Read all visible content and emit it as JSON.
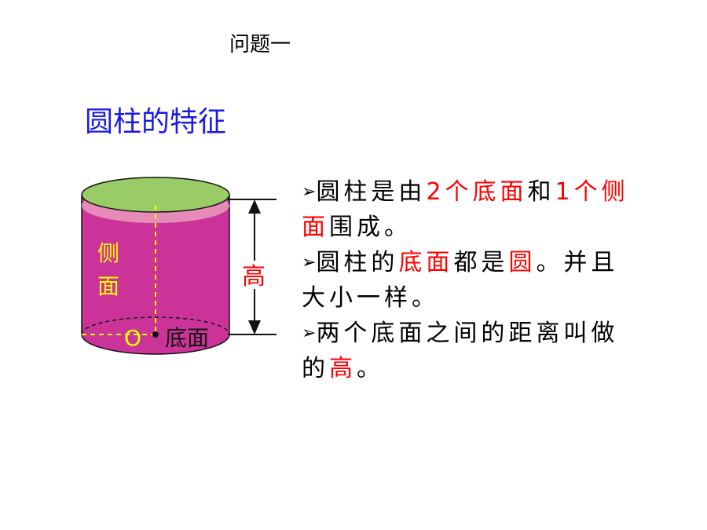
{
  "header": {
    "problem_label": "问题一"
  },
  "title": "圆柱的特征",
  "diagram": {
    "side_label": [
      "侧",
      "面"
    ],
    "height_label": "高",
    "center_label": "O",
    "base_label": "底面",
    "colors": {
      "side": "#cc3399",
      "top_face": "#99cc66",
      "top_rim": "#e68ab8",
      "label_yellow": "#ffff00",
      "height_red": "#ff0000"
    }
  },
  "bullets": [
    {
      "marker": "➢",
      "parts": [
        {
          "text": "圆柱是由",
          "highlight": false
        },
        {
          "text": "2个底面",
          "highlight": true
        },
        {
          "text": "和",
          "highlight": false
        },
        {
          "text": "1个侧面",
          "highlight": true
        },
        {
          "text": "围成。",
          "highlight": false
        }
      ]
    },
    {
      "marker": "➢",
      "parts": [
        {
          "text": "圆柱的",
          "highlight": false
        },
        {
          "text": "底面",
          "highlight": true
        },
        {
          "text": "都是",
          "highlight": false
        },
        {
          "text": "圆",
          "highlight": true
        },
        {
          "text": "。并且大小一样。",
          "highlight": false
        }
      ]
    },
    {
      "marker": "➢",
      "parts": [
        {
          "text": "两个底面之间的距离叫做的",
          "highlight": false
        },
        {
          "text": "高",
          "highlight": true
        },
        {
          "text": "。",
          "highlight": false
        }
      ]
    }
  ]
}
